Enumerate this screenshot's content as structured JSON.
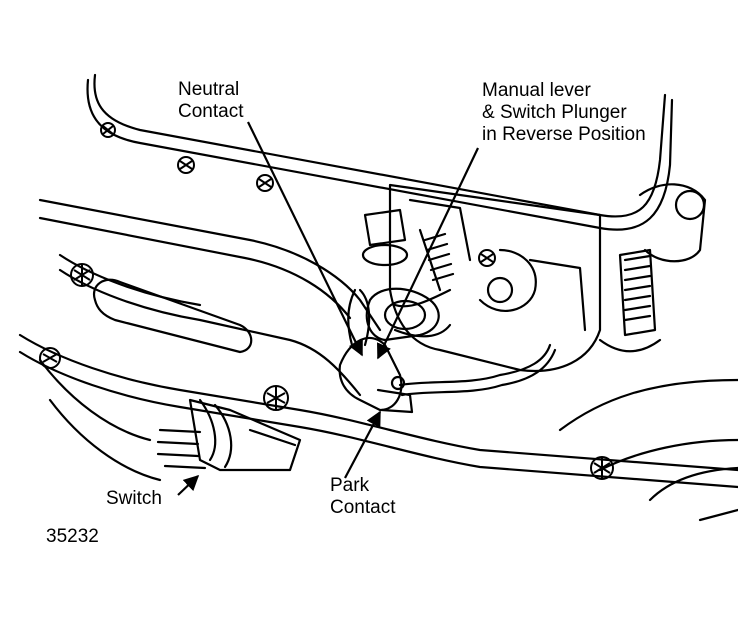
{
  "labels": {
    "neutral_contact": [
      "Neutral",
      "Contact"
    ],
    "manual_lever": [
      "Manual lever",
      "& Switch Plunger",
      "in Reverse Position"
    ],
    "switch": "Switch",
    "park_contact": [
      "Park",
      "Contact"
    ]
  },
  "figure_number": "35232",
  "colors": {
    "ink": "#000000",
    "paper": "#ffffff"
  }
}
